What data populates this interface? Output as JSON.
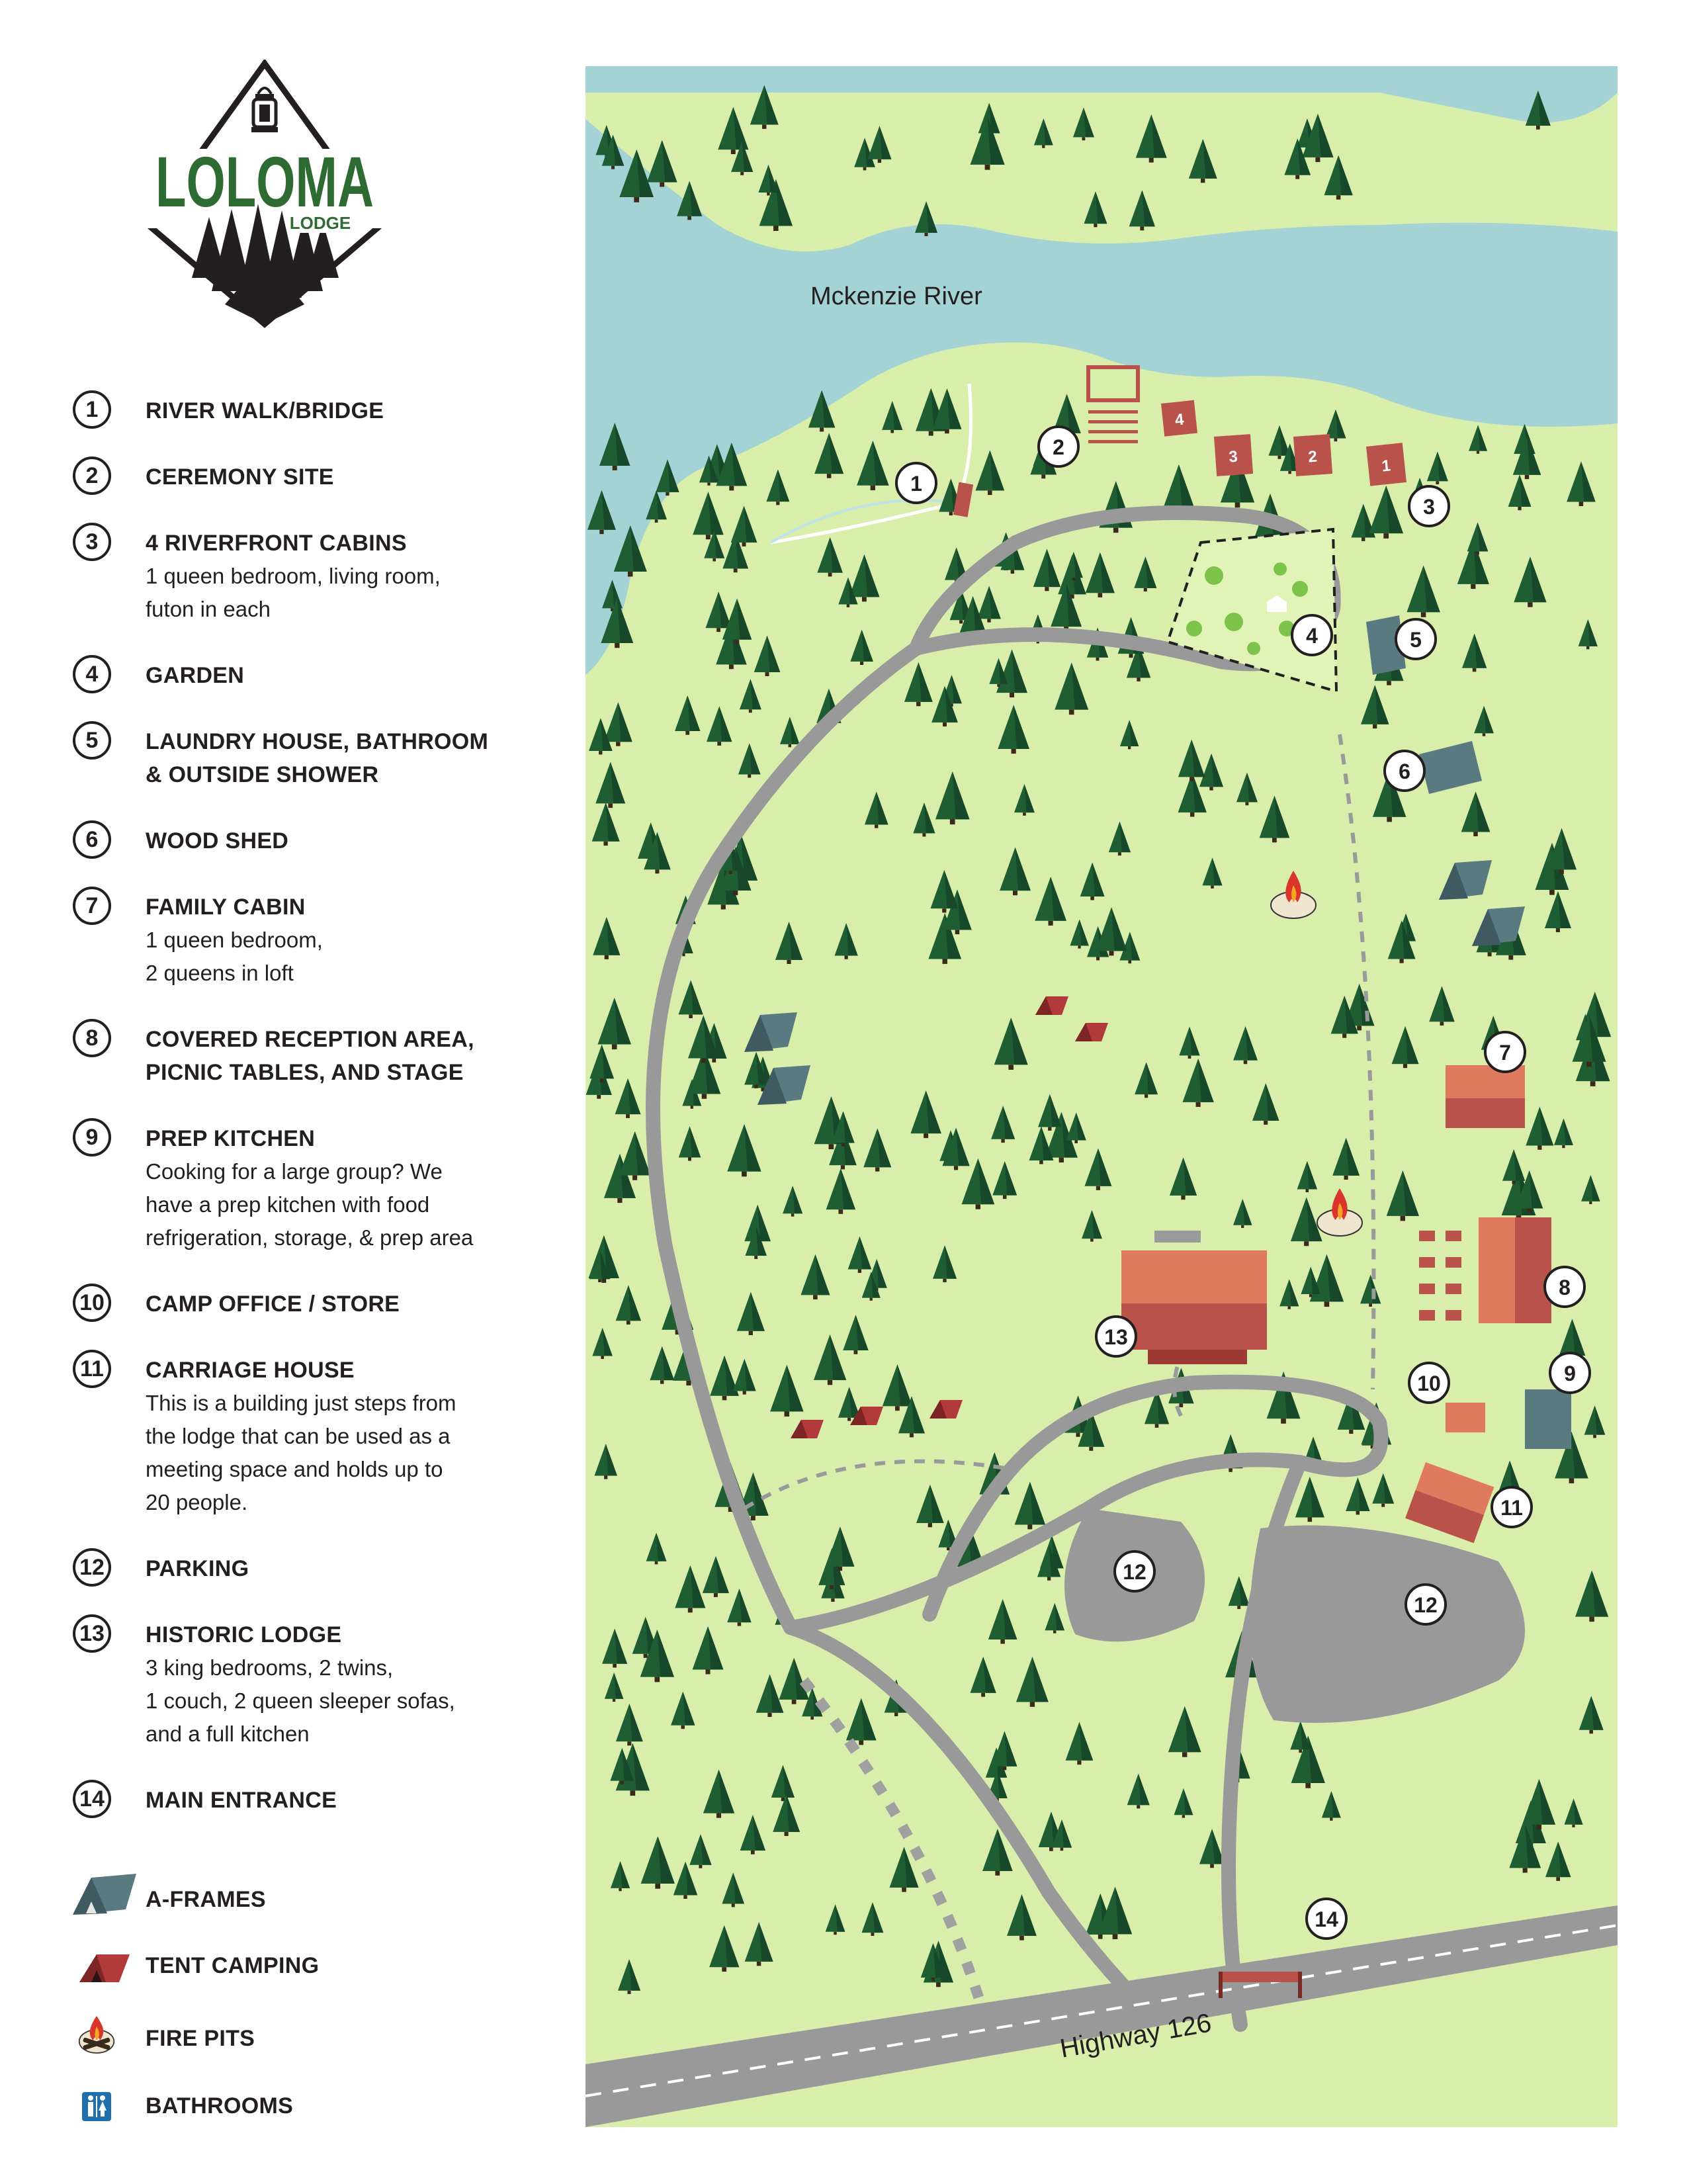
{
  "logo": {
    "brand": "LOLOMA",
    "sub": "LODGE"
  },
  "legend": {
    "items": [
      {
        "num": "1",
        "title": "RIVER WALK/BRIDGE",
        "desc": []
      },
      {
        "num": "2",
        "title": "CEREMONY SITE",
        "desc": []
      },
      {
        "num": "3",
        "title": "4 RIVERFRONT CABINS",
        "desc": [
          "1 queen bedroom, living room,",
          "futon in each"
        ]
      },
      {
        "num": "4",
        "title": "GARDEN",
        "desc": []
      },
      {
        "num": "5",
        "title": "LAUNDRY HOUSE, BATHROOM",
        "title2": "& OUTSIDE SHOWER",
        "desc": []
      },
      {
        "num": "6",
        "title": "WOOD SHED",
        "desc": []
      },
      {
        "num": "7",
        "title": "FAMILY CABIN",
        "desc": [
          "1 queen bedroom,",
          "2 queens in loft"
        ]
      },
      {
        "num": "8",
        "title": "COVERED RECEPTION AREA,",
        "title2": "PICNIC TABLES, AND STAGE",
        "desc": []
      },
      {
        "num": "9",
        "title": "PREP KITCHEN",
        "desc": [
          "Cooking for a large group? We",
          "have a prep kitchen with food",
          "refrigeration, storage, & prep area"
        ]
      },
      {
        "num": "10",
        "title": "CAMP OFFICE / STORE",
        "desc": []
      },
      {
        "num": "11",
        "title": "CARRIAGE HOUSE",
        "desc": [
          "This is a building just steps from",
          "the lodge that can be used as a",
          "meeting space and holds up to",
          "20 people."
        ]
      },
      {
        "num": "12",
        "title": "PARKING",
        "desc": []
      },
      {
        "num": "13",
        "title": "HISTORIC LODGE",
        "desc": [
          "3 king bedrooms, 2 twins,",
          "1 couch, 2 queen sleeper sofas,",
          "and a full kitchen"
        ]
      },
      {
        "num": "14",
        "title": "MAIN ENTRANCE",
        "desc": []
      }
    ],
    "icons": [
      {
        "icon": "a-frame-icon",
        "label": "A-FRAMES"
      },
      {
        "icon": "tent-icon",
        "label": "TENT CAMPING"
      },
      {
        "icon": "fire-pit-icon",
        "label": "FIRE PITS"
      },
      {
        "icon": "bathroom-icon",
        "label": "BATHROOMS"
      }
    ]
  },
  "map": {
    "river_label": "Mckenzie River",
    "highway_label": "Highway 126",
    "markers": [
      "1",
      "2",
      "3",
      "4",
      "5",
      "6",
      "7",
      "8",
      "9",
      "10",
      "11",
      "12",
      "12",
      "13",
      "14"
    ],
    "cabin_numbers": [
      "4",
      "3",
      "2",
      "1"
    ],
    "colors": {
      "grass": "#d9eeaa",
      "water": "#a4d3d6",
      "tree": "#1f5e33",
      "road": "#999999",
      "building": "#b9524a",
      "roof": "#e07a5f",
      "aframe": "#5a7a82",
      "brand_green": "#2e6b32"
    }
  }
}
